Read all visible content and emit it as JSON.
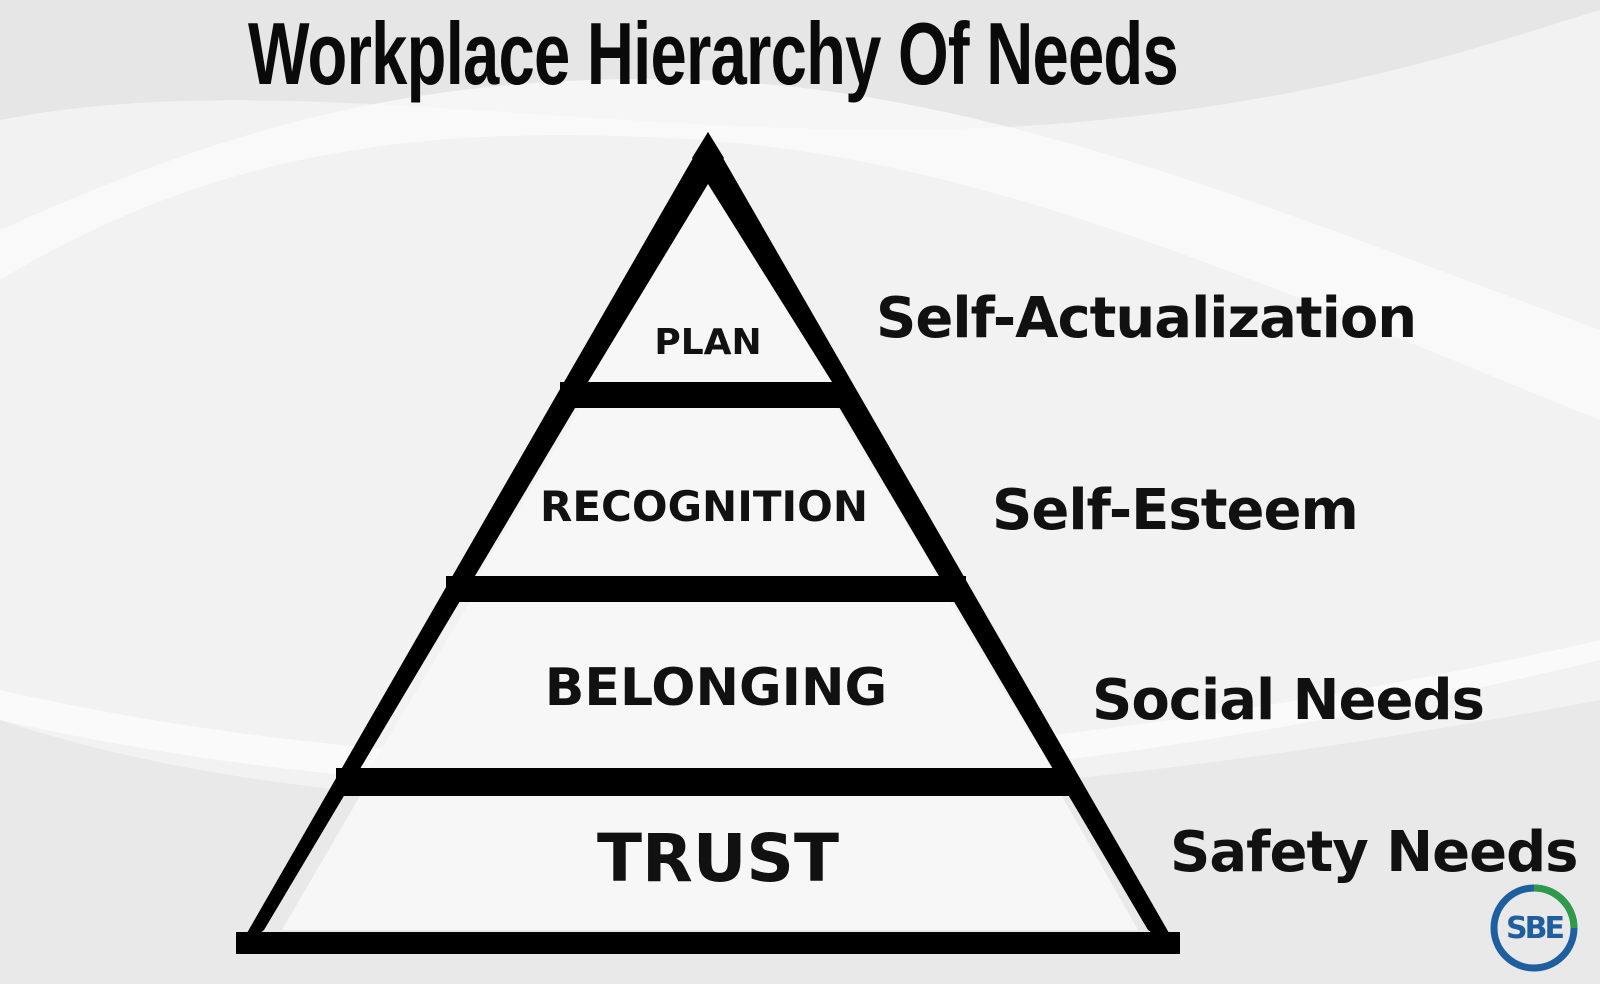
{
  "title": "Workplace Hierarchy Of Needs",
  "tiers": [
    {
      "label": "PLAN",
      "need": "Self-Actualization"
    },
    {
      "label": "RECOGNITION",
      "need": "Self-Esteem"
    },
    {
      "label": "BELONGING",
      "need": "Social Needs"
    },
    {
      "label": "TRUST",
      "need": "Safety Needs"
    }
  ],
  "logo": {
    "text": "SBE"
  },
  "colors": {
    "outline": "#000000",
    "background": "#f1f1f1",
    "logo_blue": "#1f5f9f",
    "logo_green": "#2e9a4a"
  }
}
